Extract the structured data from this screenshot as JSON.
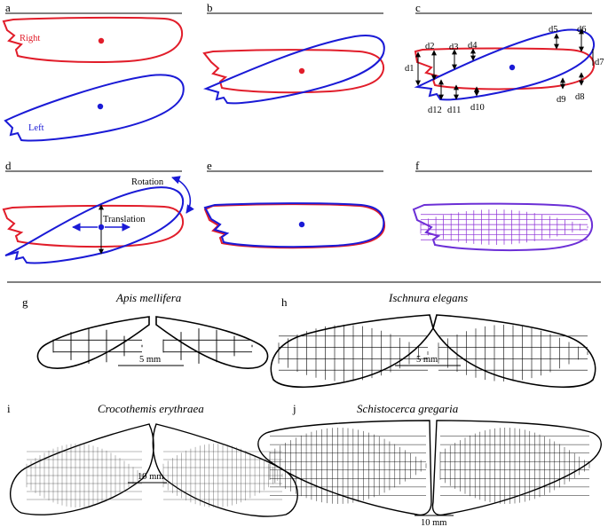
{
  "panels": {
    "a": {
      "letter": "a",
      "right_label": "Right",
      "left_label": "Left"
    },
    "b": {
      "letter": "b"
    },
    "c": {
      "letter": "c",
      "distances": [
        "d1",
        "d2",
        "d3",
        "d4",
        "d5",
        "d6",
        "d7",
        "d8",
        "d9",
        "d10",
        "d11",
        "d12"
      ]
    },
    "d": {
      "letter": "d",
      "rotation_label": "Rotation",
      "translation_label": "Translation"
    },
    "e": {
      "letter": "e"
    },
    "f": {
      "letter": "f"
    },
    "g": {
      "letter": "g",
      "species": "Apis mellifera",
      "scale": "5 mm"
    },
    "h": {
      "letter": "h",
      "species": "Ischnura elegans",
      "scale": "5 mm"
    },
    "i": {
      "letter": "i",
      "species": "Crocothemis erythraea",
      "scale": "10 mm"
    },
    "j": {
      "letter": "j",
      "species": "Schistocerca gregaria",
      "scale": "10 mm"
    }
  },
  "colors": {
    "right_wing": "#e11d2a",
    "left_wing": "#1a1ad6"
  }
}
